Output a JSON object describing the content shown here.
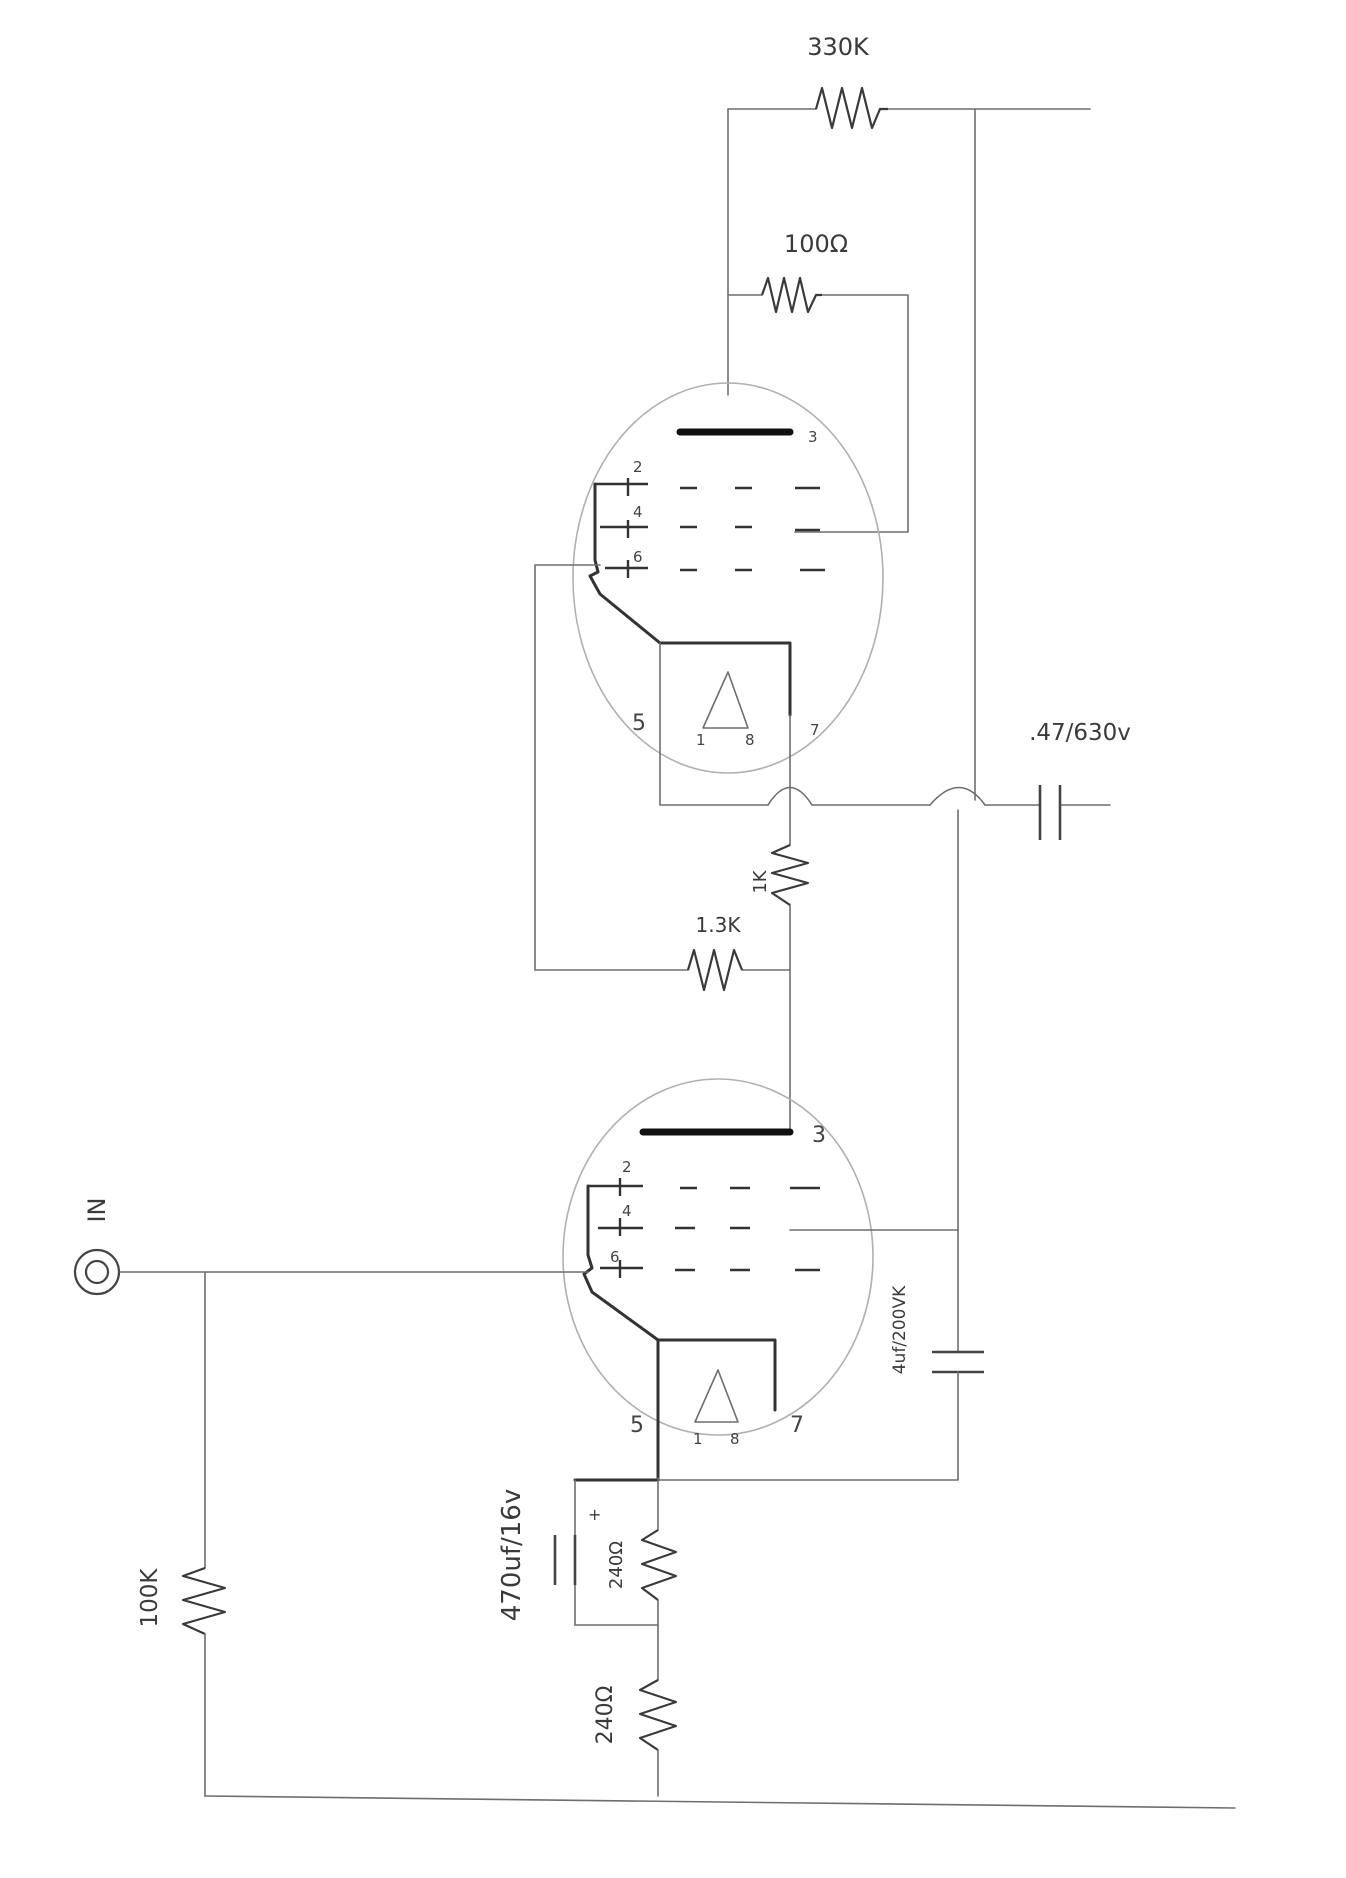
{
  "labels": {
    "r_330k": "330K",
    "r_100ohm": "100Ω",
    "c_output": ".47/630v",
    "r_1k": "1K",
    "r_1_3k": "1.3K",
    "c_4uf": "4uf/200VK",
    "input": "IN",
    "r_100k": "100K",
    "c_470uf": "470uf/16v",
    "r_240_upper": "240Ω",
    "r_240_lower": "240Ω",
    "cap_plus": "+"
  },
  "tube_upper": {
    "pin_3": "3",
    "pin_2": "2",
    "pin_4": "4",
    "pin_6": "6",
    "pin_5": "5",
    "pin_1": "1",
    "pin_8": "8",
    "pin_7": "7"
  },
  "tube_lower": {
    "pin_3": "3",
    "pin_2": "2",
    "pin_4": "4",
    "pin_6": "6",
    "pin_5": "5",
    "pin_1": "1",
    "pin_8": "8",
    "pin_7": "7"
  },
  "colors": {
    "ink": "#3a3a3a",
    "wire": "#6e6e6e",
    "tube_outline": "#b0b0b0",
    "paper": "#ffffff"
  }
}
